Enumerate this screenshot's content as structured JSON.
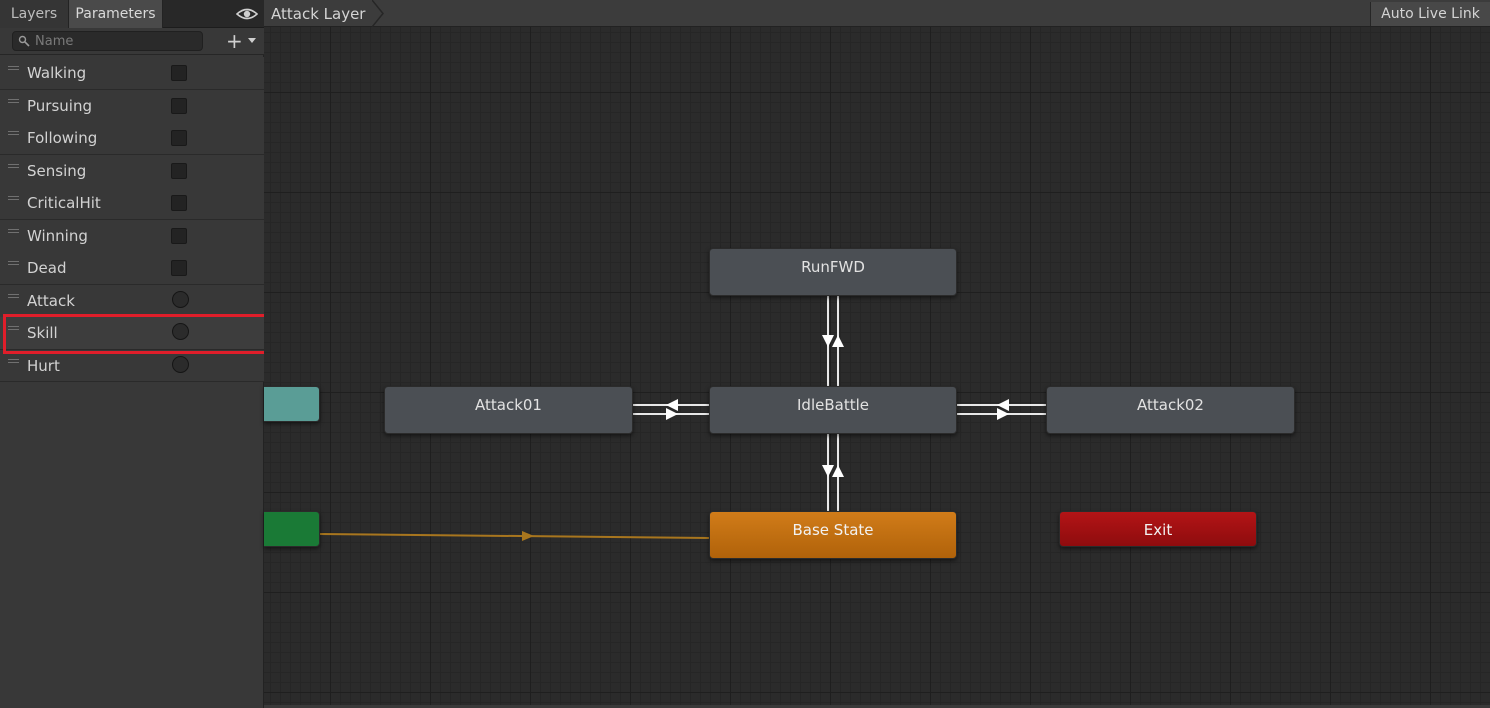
{
  "left_panel": {
    "tabs": [
      {
        "label": "Layers"
      },
      {
        "label": "Parameters"
      }
    ],
    "search": {
      "placeholder": "Name",
      "value": ""
    },
    "add_symbol": "+",
    "parameters": [
      {
        "name": "Walking",
        "type": "bool"
      },
      {
        "name": "Pursuing",
        "type": "bool"
      },
      {
        "name": "Following",
        "type": "bool"
      },
      {
        "name": "Sensing",
        "type": "bool"
      },
      {
        "name": "CriticalHit",
        "type": "bool"
      },
      {
        "name": "Winning",
        "type": "bool"
      },
      {
        "name": "Dead",
        "type": "bool"
      },
      {
        "name": "Attack",
        "type": "trigger"
      },
      {
        "name": "Skill",
        "type": "trigger"
      },
      {
        "name": "Hurt",
        "type": "trigger"
      }
    ]
  },
  "graph": {
    "breadcrumb": "Attack Layer",
    "auto_live_link": "Auto Live Link",
    "nodes": {
      "runfwd": "RunFWD",
      "attack01": "Attack01",
      "idlebattle": "IdleBattle",
      "attack02": "Attack02",
      "basestate": "Base State",
      "exit": "Exit"
    }
  },
  "colors": {
    "highlight": "#e01e2a",
    "default_state": "#c9720f",
    "exit_state": "#a10f12",
    "entry_state": "#1a7a36",
    "any_state": "#5a9d96",
    "transition_default": "#a8761e"
  }
}
